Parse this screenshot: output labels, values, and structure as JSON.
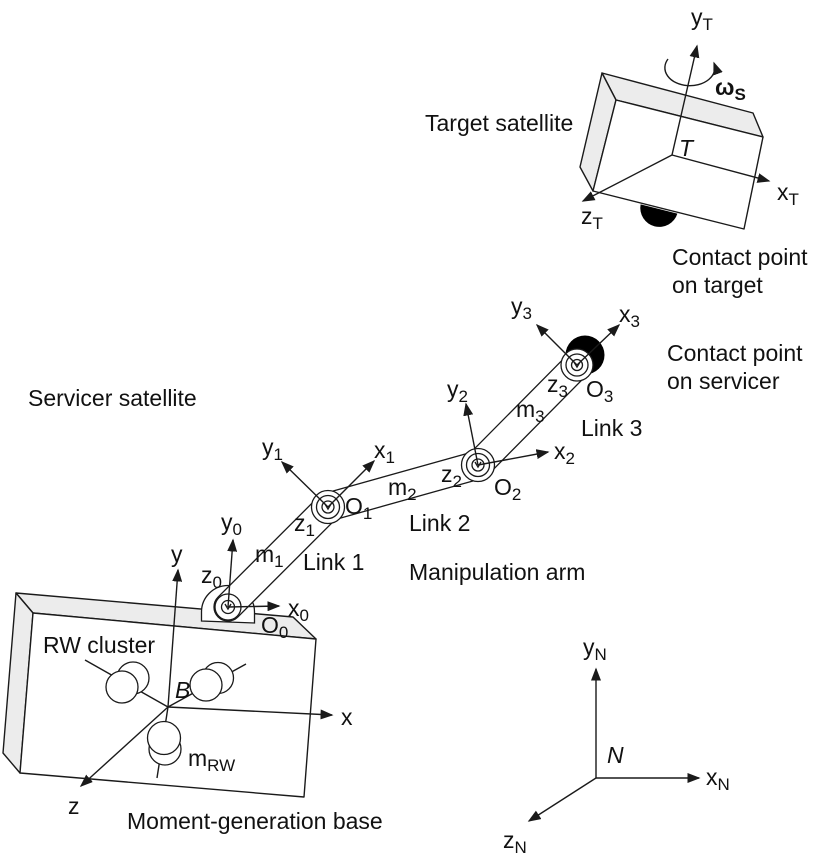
{
  "colors": {
    "line": "#1a1a1a",
    "shaded_face": "#ececec",
    "front_face": "#ffffff",
    "contact_fill": "#000000",
    "text": "#111111",
    "background": "#ffffff"
  },
  "labels": {
    "target_satellite": "Target satellite",
    "contact_target_1": "Contact point",
    "contact_target_2": "on target",
    "contact_servicer_1": "Contact point",
    "contact_servicer_2": "on servicer",
    "servicer_satellite": "Servicer satellite",
    "manipulation_arm": "Manipulation arm",
    "rw_cluster": "RW cluster",
    "moment_base": "Moment-generation base",
    "link1": "Link 1",
    "link2": "Link 2",
    "link3": "Link 3"
  },
  "symbols": {
    "yT": {
      "m": "y",
      "s": "T"
    },
    "xT": {
      "m": "x",
      "s": "T"
    },
    "zT": {
      "m": "z",
      "s": "T"
    },
    "T": {
      "m": "T",
      "s": ""
    },
    "omegaS": {
      "m": "ω",
      "s": "S"
    },
    "y0": {
      "m": "y",
      "s": "0"
    },
    "x0": {
      "m": "x",
      "s": "0"
    },
    "z0": {
      "m": "z",
      "s": "0"
    },
    "O0": {
      "m": "O",
      "s": "0"
    },
    "y1": {
      "m": "y",
      "s": "1"
    },
    "x1": {
      "m": "x",
      "s": "1"
    },
    "z1": {
      "m": "z",
      "s": "1"
    },
    "O1": {
      "m": "O",
      "s": "1"
    },
    "m1": {
      "m": "m",
      "s": "1"
    },
    "y2": {
      "m": "y",
      "s": "2"
    },
    "x2": {
      "m": "x",
      "s": "2"
    },
    "z2": {
      "m": "z",
      "s": "2"
    },
    "O2": {
      "m": "O",
      "s": "2"
    },
    "m2": {
      "m": "m",
      "s": "2"
    },
    "y3": {
      "m": "y",
      "s": "3"
    },
    "x3": {
      "m": "x",
      "s": "3"
    },
    "z3": {
      "m": "z",
      "s": "3"
    },
    "O3": {
      "m": "O",
      "s": "3"
    },
    "m3": {
      "m": "m",
      "s": "3"
    },
    "mRW": {
      "m": "m",
      "s": "RW"
    },
    "x": {
      "m": "x",
      "s": ""
    },
    "y": {
      "m": "y",
      "s": ""
    },
    "z": {
      "m": "z",
      "s": ""
    },
    "B": {
      "m": "B",
      "s": ""
    },
    "yN": {
      "m": "y",
      "s": "N"
    },
    "xN": {
      "m": "x",
      "s": "N"
    },
    "zN": {
      "m": "z",
      "s": "N"
    },
    "N": {
      "m": "N",
      "s": ""
    }
  }
}
